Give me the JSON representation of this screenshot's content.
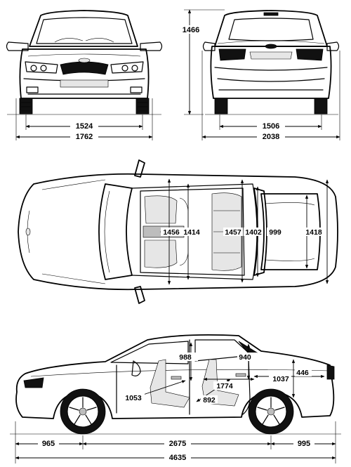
{
  "front_view": {
    "track_width": "1524",
    "overall_width": "1762",
    "height": "1466"
  },
  "rear_view": {
    "track_width": "1506",
    "width_with_mirrors": "2038"
  },
  "top_view": {
    "front_shoulder": "1456",
    "front_hip": "1414",
    "rear_shoulder": "1457",
    "rear_hip": "1402",
    "trunk_opening": "999",
    "trunk_width": "1418"
  },
  "side_view": {
    "front_headroom": "988",
    "rear_headroom": "940",
    "front_legroom": "1053",
    "rear_legroom": "892",
    "cabin_length": "1774",
    "trunk_length": "1037",
    "trunk_height": "446",
    "front_overhang": "965",
    "wheelbase": "2675",
    "rear_overhang": "995",
    "overall_length": "4635"
  }
}
